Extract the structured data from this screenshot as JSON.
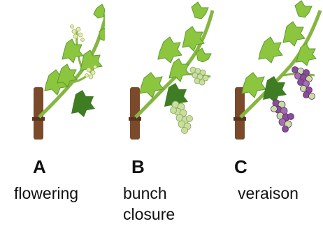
{
  "stages": [
    {
      "letter": "A",
      "label": "flowering",
      "icon": "grapevine-flowering-icon"
    },
    {
      "letter": "B",
      "label": "bunch closure",
      "icon": "grapevine-bunch-closure-icon"
    },
    {
      "letter": "C",
      "label": "veraison",
      "icon": "grapevine-veraison-icon"
    }
  ],
  "colors": {
    "trunk": "#7a4a2a",
    "shoot": "#86b642",
    "leaf": "#8cc63f",
    "leaf_dark": "#3f7d24",
    "flower": "#e6eba8",
    "green_berry": "#c9dfa0",
    "ripe_berry": "#8a4d9a"
  }
}
